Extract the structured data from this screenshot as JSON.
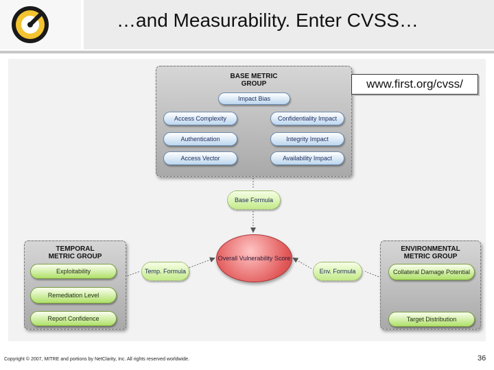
{
  "slide": {
    "title": "…and Measurability.  Enter CVSS…",
    "url": "www.first.org/cvss/",
    "footer": "Copyright © 2007, MITRE and portions by NetClarity, Inc.  All rights reserved worldwide.",
    "page_number": "36",
    "logo_icon": "circular-gauge-logo"
  },
  "diagram": {
    "base_group": {
      "title_line1": "BASE METRIC",
      "title_line2": "GROUP",
      "impact_bias": "Impact Bias",
      "access_complexity": "Access Complexity",
      "authentication": "Authentication",
      "access_vector": "Access Vector",
      "confidentiality_impact": "Confidentiality Impact",
      "integrity_impact": "Integrity Impact",
      "availability_impact": "Availability Impact"
    },
    "base_formula": "Base Formula",
    "overall_score": "Overall Vulnerability Score",
    "temporal_group": {
      "title_line1": "TEMPORAL",
      "title_line2": "METRIC GROUP",
      "exploitability": "Exploitability",
      "remediation_level": "Remediation Level",
      "report_confidence": "Report Confidence"
    },
    "temp_formula": "Temp. Formula",
    "environmental_group": {
      "title_line1": "ENVIRONMENTAL",
      "title_line2": "METRIC GROUP",
      "collateral_damage": "Collateral Damage Potential",
      "target_distribution": "Target Distribution"
    },
    "env_formula": "Env. Formula",
    "colors": {
      "score_fill": "#e25a5a",
      "formula_fill": "#c4ea8a",
      "base_pill_fill": "#bcd6ee",
      "temporal_pill_fill": "#aee068"
    }
  }
}
